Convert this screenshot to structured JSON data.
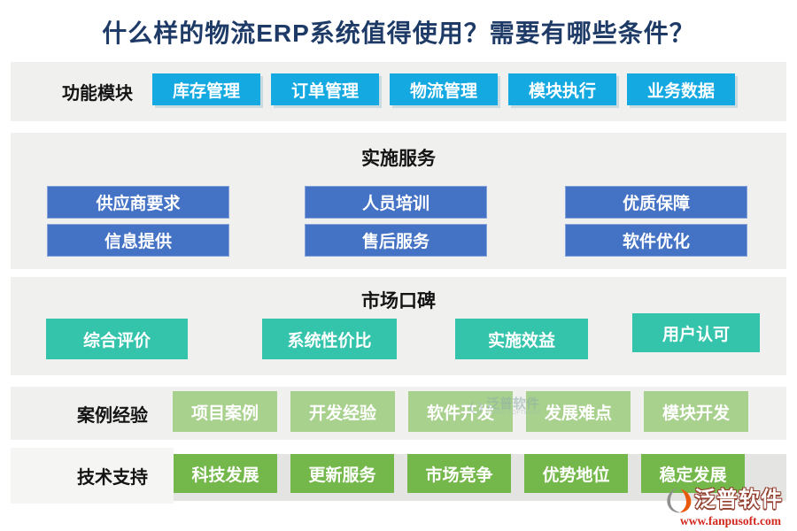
{
  "title": "什么样的物流ERP系统值得使用？需要有哪些条件？",
  "colors": {
    "title_navy": "#1e3a66",
    "module_cyan": "#14a9e1",
    "service_blue": "#4472c4",
    "market_teal": "#34c3ab",
    "case_light_green": "#a9d18e",
    "tech_green": "#74b74a",
    "band_gray": "#f0f0ef",
    "logo_red": "#d3281e"
  },
  "sections": {
    "modules": {
      "label": "功能模块",
      "buttons": [
        "库存管理",
        "订单管理",
        "物流管理",
        "模块执行",
        "业务数据"
      ]
    },
    "services": {
      "header": "实施服务",
      "buttons": [
        "供应商要求",
        "人员培训",
        "优质保障",
        "信息提供",
        "售后服务",
        "软件优化"
      ]
    },
    "market": {
      "header": "市场口碑",
      "buttons": [
        "综合评价",
        "系统性价比",
        "实施效益",
        "用户认可"
      ]
    },
    "cases": {
      "label": "案例经验",
      "buttons": [
        "项目案例",
        "开发经验",
        "软件开发",
        "发展难点",
        "模块开发"
      ]
    },
    "tech": {
      "label": "技术支持",
      "buttons": [
        "科技发展",
        "更新服务",
        "市场竞争",
        "优势地位",
        "稳定发展"
      ]
    }
  },
  "watermark": {
    "text": "泛普软件",
    "subtext": "FANPU SOFTWARE"
  },
  "logo": {
    "text": "泛普软件",
    "url": "www.fanpusoft.com"
  }
}
